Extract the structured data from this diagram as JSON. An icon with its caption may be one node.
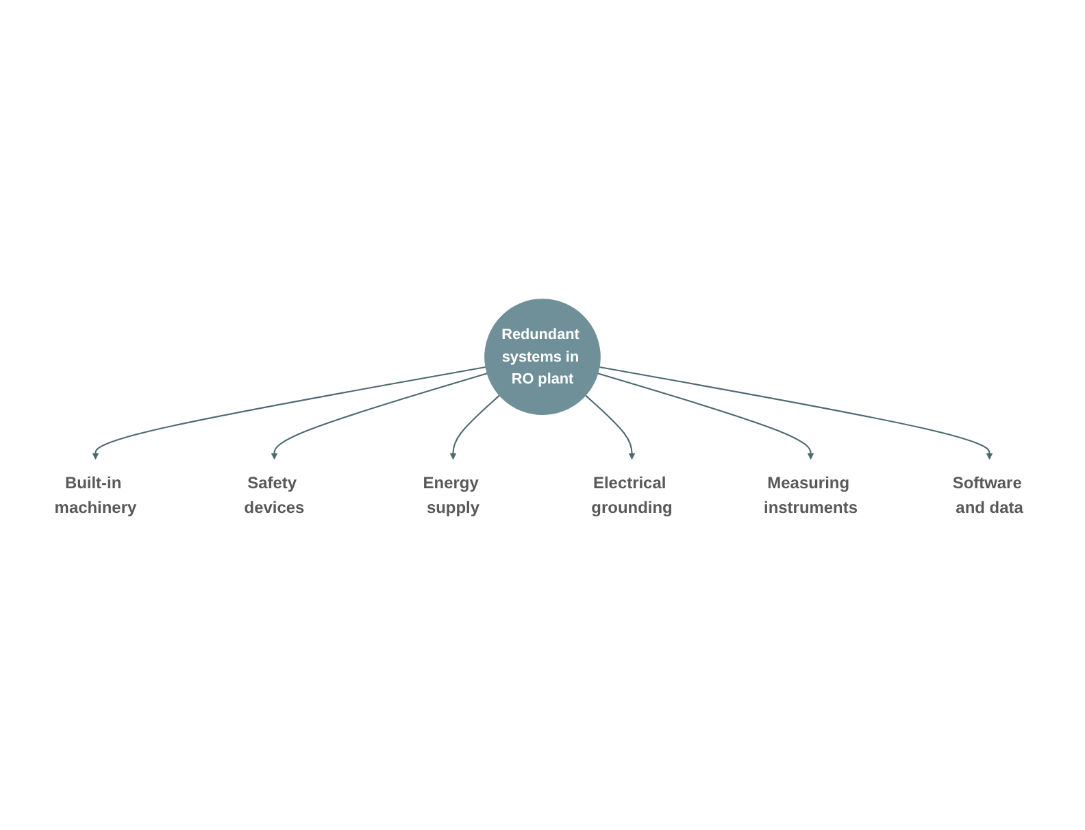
{
  "diagram": {
    "nodes": [
      {
        "text": [
          "Redundant systems in RO plant"
        ]
      },
      {
        "text": [
          "Built-in machinery"
        ]
      },
      {
        "text": [
          "Safety devices"
        ]
      },
      {
        "text": [
          "Energy supply"
        ]
      },
      {
        "text": [
          "Electrical grounding"
        ]
      },
      {
        "text": [
          "Measuring instruments"
        ]
      },
      {
        "text": [
          "Software and data"
        ]
      }
    ],
    "edges": [
      {
        "from": 0,
        "to": 1,
        "arrow": "to"
      },
      {
        "from": 0,
        "to": 2,
        "arrow": "to"
      },
      {
        "from": 0,
        "to": 3,
        "arrow": "to"
      },
      {
        "from": 0,
        "to": 4,
        "arrow": "to"
      },
      {
        "from": 0,
        "to": 5,
        "arrow": "to"
      },
      {
        "from": 0,
        "to": 6,
        "arrow": "to"
      }
    ]
  }
}
